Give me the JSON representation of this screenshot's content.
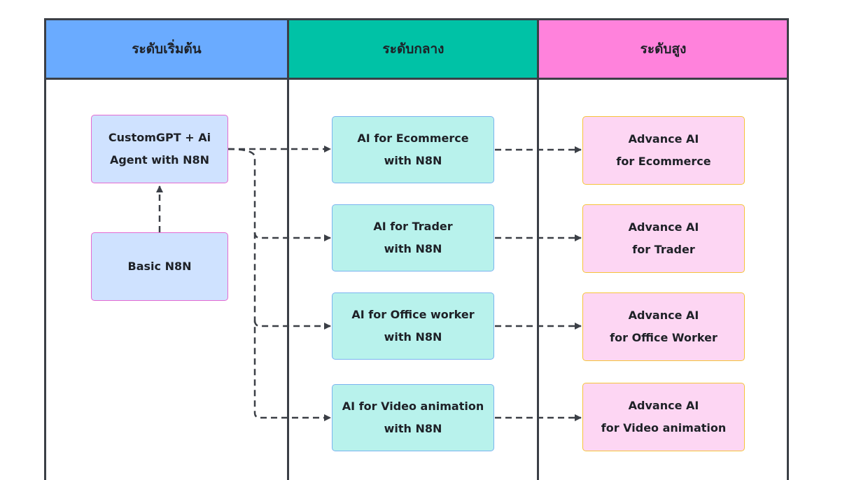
{
  "columns": [
    {
      "title": "ระดับเริ่มต้น",
      "color": "#6aabff"
    },
    {
      "title": "ระดับกลาง",
      "color": "#00c2a6"
    },
    {
      "title": "ระดับสูง",
      "color": "#ff82dc"
    }
  ],
  "beginner": {
    "custom_gpt": "CustomGPT + Ai\nAgent with N8N",
    "basic": "Basic N8N"
  },
  "intermediate": [
    "AI for Ecommerce\nwith N8N",
    "AI for Trader\nwith N8N",
    "AI for Office worker\nwith N8N",
    "AI for Video animation\nwith N8N"
  ],
  "advanced": [
    "Advance AI\nfor Ecommerce",
    "Advance AI\nfor Trader",
    "Advance AI\nfor Office Worker",
    "Advance AI\nfor Video animation"
  ],
  "colors": {
    "border": "#3b3f46",
    "connector": "#3b3f46",
    "beginner_fill": "#cfe2ff",
    "intermediate_fill": "#b8f2ec",
    "advanced_fill": "#fdd6f3"
  }
}
